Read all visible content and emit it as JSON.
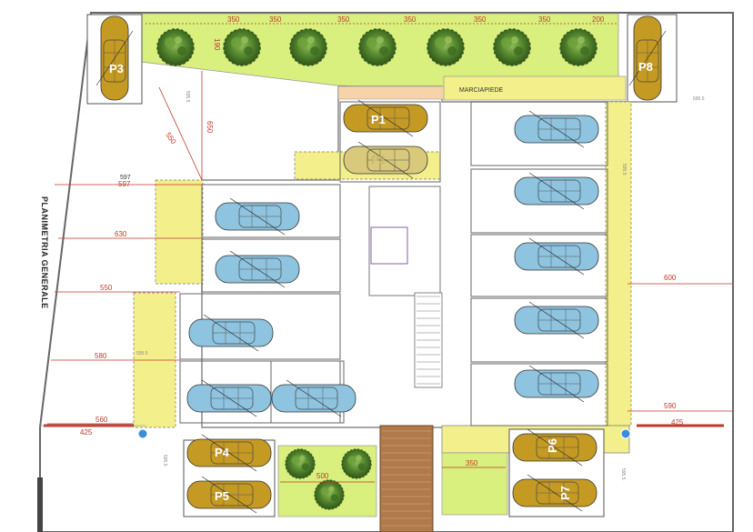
{
  "title": "PLANIMETRIA GENERALE",
  "sidewalk_label": "MARCIAPIEDE",
  "parking_labels": {
    "p1": "P1",
    "p2": "P2",
    "p3": "P3",
    "p4": "P4",
    "p5": "P5",
    "p6": "P6",
    "p7": "P7",
    "p8": "P8"
  },
  "top_dims": [
    "350",
    "350",
    "350",
    "350",
    "350",
    "350",
    "200"
  ],
  "top_dim_small": "190",
  "diag_dims": {
    "d550": "550",
    "d650": "650"
  },
  "left_dims": {
    "d597a": "597",
    "d597b": "597",
    "d630": "630",
    "d550": "550",
    "d580": "580",
    "d560": "560",
    "d425": "425"
  },
  "right_dims": {
    "d600": "600",
    "d590": "590",
    "d425": "425"
  },
  "bottom_dims": {
    "d500": "500",
    "d350": "350"
  },
  "levels": {
    "l1": "595.5",
    "l2": "595.5",
    "l3": "595.5",
    "l4": "595.5",
    "l5": "595.5",
    "l6": "595.5"
  },
  "colors": {
    "yellow": "#f3f08c",
    "lawn": "#d9ef7e",
    "car_blue": "#8ec4e0",
    "car_gold": "#c59a23",
    "dim_red": "#c0392b",
    "ramp": "#b07a4a"
  }
}
